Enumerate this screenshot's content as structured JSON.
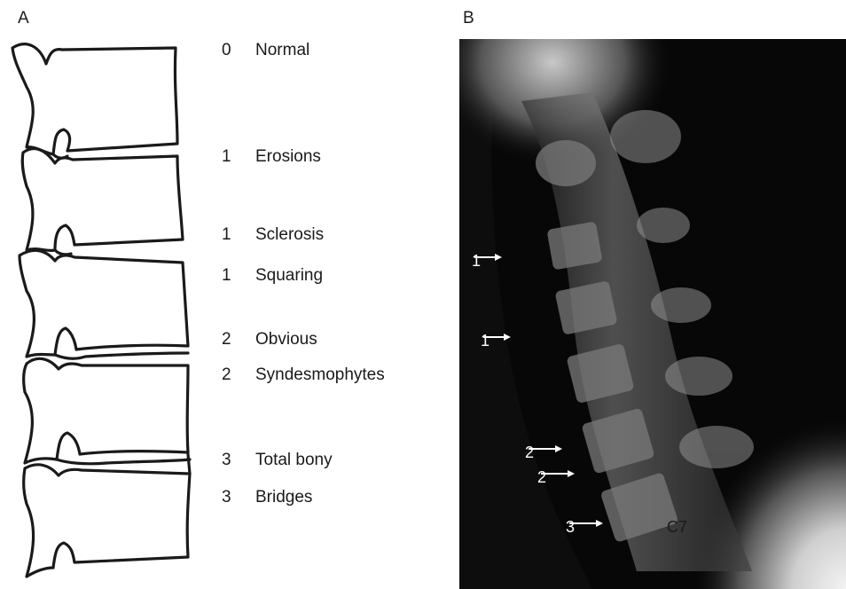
{
  "panels": {
    "left_letter": "A",
    "right_letter": "B"
  },
  "grades": [
    {
      "score": "0",
      "label": "Normal"
    },
    {
      "score": "1",
      "label": "Erosions"
    },
    {
      "score": "1",
      "label": "Sclerosis"
    },
    {
      "score": "1",
      "label": "Squaring"
    },
    {
      "score": "2",
      "label": "Obvious"
    },
    {
      "score": "2",
      "label": "Syndesmophytes"
    },
    {
      "score": "3",
      "label": "Total bony"
    },
    {
      "score": "3",
      "label": "Bridges"
    }
  ],
  "xray": {
    "arrow_labels": [
      "1",
      "1",
      "2",
      "2",
      "3"
    ],
    "vertebra_label": "C7"
  },
  "colors": {
    "ink": "#1a1a1a",
    "xray_background": "#060606",
    "arrow": "#ffffff"
  },
  "icons": {
    "arrow": "right-arrow-icon"
  }
}
